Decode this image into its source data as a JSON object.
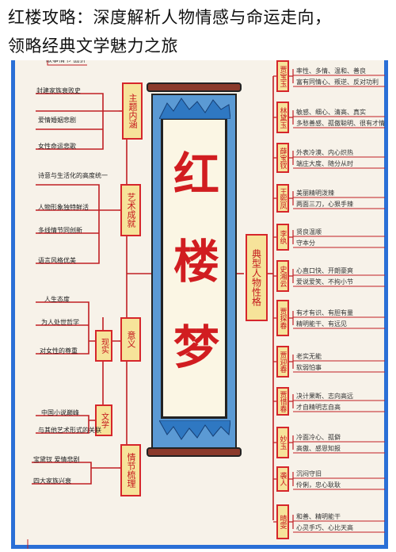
{
  "header": {
    "title_line1": "红楼攻略：深度解析人物情感与命运走向，",
    "title_line2": "领略经典文学魅力之旅"
  },
  "poster": {
    "scroll_title": [
      "红",
      "楼",
      "梦"
    ],
    "top_stub": "故事情节  曲折",
    "left_branches": [
      {
        "label": "主题内涵",
        "notes": [
          "封建家族衰败史",
          "爱情婚姻悲剧",
          "女性命运悲歌"
        ]
      },
      {
        "label": "艺术成就",
        "notes": [
          "诗意与生活化的高度统一",
          "人物形象独特鲜活",
          "多线情节同创新",
          "语言风格优美"
        ]
      },
      {
        "label": "意义",
        "sub": "现实",
        "notes": [
          "人生态度",
          "为人处世哲学",
          "对女性的尊重"
        ]
      },
      {
        "label": "",
        "sub": "文学",
        "notes": [
          "中国小说巅峰",
          "与其他艺术形式的关联"
        ]
      },
      {
        "label": "情节梳理",
        "notes": [
          "宝黛钗 爱情悲剧",
          "四大家族兴衰"
        ]
      }
    ],
    "center_right_label": "典型人物性格",
    "right_branches": [
      {
        "label": "贾宝玉",
        "notes": [
          "率性、多情、温和、善良",
          "富有同情心、叛逆、反对功利"
        ]
      },
      {
        "label": "林黛玉",
        "notes": [
          "敏感、细心、清高、真实",
          "多愁善感、孤傲聪明、很有才情"
        ]
      },
      {
        "label": "薛宝钗",
        "notes": [
          "外表冷漠、内心炽热",
          "端庄大度、随分从时"
        ]
      },
      {
        "label": "王熙凤",
        "notes": [
          "美丽精明泼辣",
          "两面三刀，心狠手辣"
        ]
      },
      {
        "label": "李纨",
        "notes": [
          "贤良温顺",
          "守本分"
        ]
      },
      {
        "label": "史湘云",
        "notes": [
          "心直口快、开朗豪爽",
          "爱说爱笑、不拘小节"
        ]
      },
      {
        "label": "贾探春",
        "notes": [
          "有才有识、有胆有量",
          "精明能干、有远见"
        ]
      },
      {
        "label": "贾迎春",
        "notes": [
          "老实无能",
          "软弱怕事"
        ]
      },
      {
        "label": "贾惜春",
        "notes": [
          "决计果断、志向高远",
          "才自精明志自高"
        ]
      },
      {
        "label": "妙玉",
        "notes": [
          "冷面冷心、孤僻",
          "高傲、感恩知报"
        ]
      },
      {
        "label": "袭人",
        "notes": [
          "沉闷守旧",
          "伶俐，忠心耿耿"
        ]
      },
      {
        "label": "晴雯",
        "notes": [
          "和善、精明能干",
          "心灵手巧、心比天高"
        ]
      }
    ]
  },
  "colors": {
    "frame_blue": "#2a6fd6",
    "red": "#d6262b",
    "label_fill": "#f6e39a",
    "paper": "#f7f2e9",
    "scroll_blue": "#5b9ad4"
  }
}
